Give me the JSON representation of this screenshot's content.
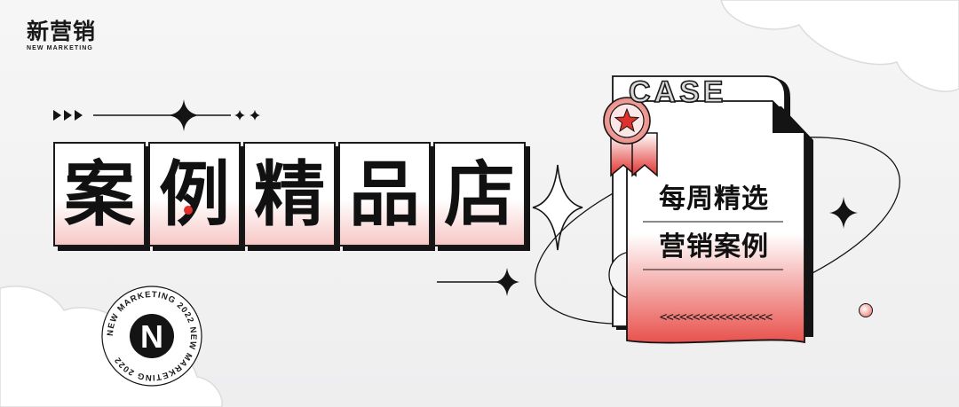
{
  "brand": {
    "name_cn": "新营销",
    "name_en": "NEW MARKETING",
    "logo_mark": "N"
  },
  "title_tiles": [
    "案",
    "例",
    "精",
    "品",
    "店"
  ],
  "card": {
    "header_word": "CASE",
    "line1": "每周精选",
    "line2": "营销案例",
    "chevrons": "<<<<<<<<<<<<<<<<<",
    "badge_icon": "star-icon"
  },
  "stamp": {
    "ring_text": "NEW MARKETING 2022 NEW MARKETING 2022",
    "center_letter": "N"
  },
  "colors": {
    "accent_red": "#e0302b",
    "ink": "#141414",
    "soft_pink": "#f6c8c6"
  }
}
